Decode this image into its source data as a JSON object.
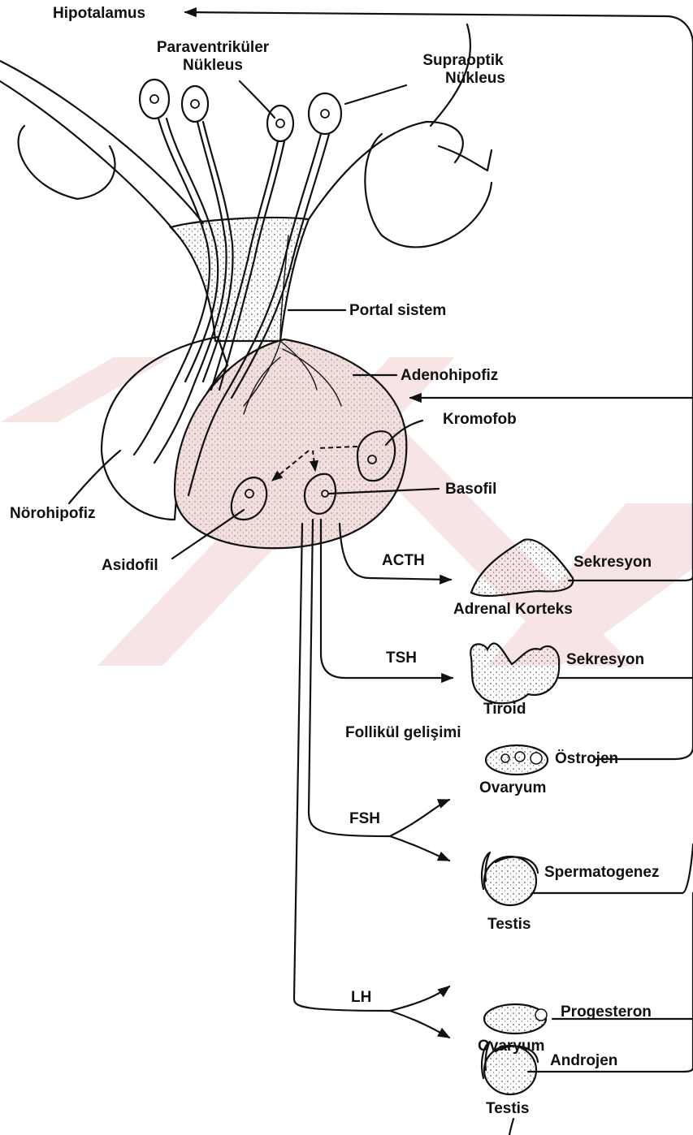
{
  "labels": {
    "hipotalamus": "Hipotalamus",
    "paraventrikuler": "Paraventriküler",
    "paraventrikuler_nukleus": "Nükleus",
    "supraoptik": "Supraoptik",
    "supraoptik_nukleus": "Nükleus",
    "portal_sistem": "Portal sistem",
    "adenohipofiz": "Adenohipofiz",
    "kromofob": "Kromofob",
    "basofil": "Basofil",
    "norohipofiz": "Nörohipofiz",
    "asidofil": "Asidofil",
    "acth": "ACTH",
    "sekresyon_adrenal": "Sekresyon",
    "adrenal_korteks": "Adrenal Korteks",
    "tsh": "TSH",
    "sekresyon_tiroid": "Sekresyon",
    "tiroid": "Tiroid",
    "follikul_gelisimi": "Follikül gelişimi",
    "ostrojen": "Östrojen",
    "ovaryum_fsh": "Ovaryum",
    "fsh": "FSH",
    "spermatogenez": "Spermatogenez",
    "testis_fsh": "Testis",
    "progesteron": "Progesteron",
    "ovaryum_lh": "Ovaryum",
    "lh": "LH",
    "androjen": "Androjen",
    "testis_lh": "Testis"
  },
  "colors": {
    "ink": "#111111",
    "adenohipofiz_fill": "#f3dede",
    "watermark": "#f1cfcf"
  }
}
